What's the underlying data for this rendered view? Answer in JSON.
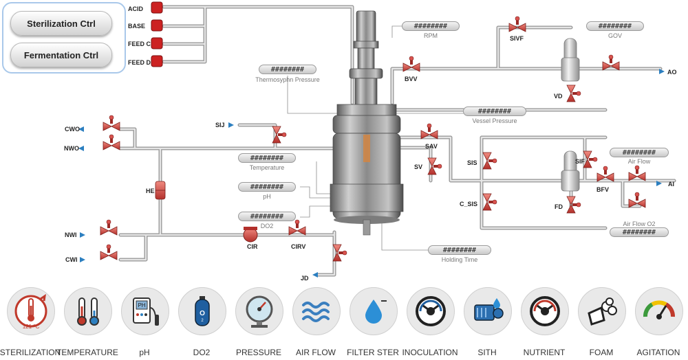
{
  "controls": {
    "sterilization": "Sterilization Ctrl",
    "fermentation": "Fermentation Ctrl"
  },
  "feeds": [
    "ACID",
    "BASE",
    "FEED C",
    "FEED D"
  ],
  "valves": {
    "cwo": "CWO",
    "nwo": "NWO",
    "he": "HE",
    "nwi": "NWI",
    "cwi": "CWI",
    "cir": "CIR",
    "cirv": "CIRV",
    "jd": "JD",
    "sij": "SIJ",
    "sivf": "SIVF",
    "bvv": "BVV",
    "vd": "VD",
    "ao": "AO",
    "sav": "SAV",
    "sv": "SV",
    "sis": "SIS",
    "c_sis": "C_SIS",
    "sif": "SIF",
    "bfv": "BFV",
    "fd": "FD",
    "ai": "AI"
  },
  "readouts": {
    "rpm": {
      "value": "########",
      "label": "RPM"
    },
    "gov": {
      "value": "########",
      "label": "GOV"
    },
    "thermo": {
      "value": "########",
      "label": "Thermosyphn Pressure"
    },
    "vessel": {
      "value": "########",
      "label": "Vessel Pressure"
    },
    "temperature": {
      "value": "########",
      "label": "Temperature"
    },
    "ph": {
      "value": "########",
      "label": "pH"
    },
    "do2": {
      "value": "########",
      "label": "DO2"
    },
    "holding": {
      "value": "########",
      "label": "Holding Time"
    },
    "airflow": {
      "value": "########",
      "label": "Air Flow"
    },
    "airflow_o2": {
      "value": "########",
      "label": "Air Flow O2"
    }
  },
  "sterilization_temp": "121 °C",
  "nav": [
    {
      "label": "STERILIZATION",
      "icon": "sterilization-thermometer-icon"
    },
    {
      "label": "TEMPERATURE",
      "icon": "thermometers-icon"
    },
    {
      "label": "pH",
      "icon": "ph-meter-icon"
    },
    {
      "label": "DO2",
      "icon": "oxygen-cylinder-icon"
    },
    {
      "label": "PRESSURE",
      "icon": "pressure-gauge-icon"
    },
    {
      "label": "AIR FLOW",
      "icon": "air-flow-waves-icon"
    },
    {
      "label": "FILTER STER",
      "icon": "water-drop-icon"
    },
    {
      "label": "INOCULATION",
      "icon": "peristaltic-pump-icon"
    },
    {
      "label": "SITH",
      "icon": "motor-pump-icon"
    },
    {
      "label": "NUTRIENT",
      "icon": "nutrient-pump-icon"
    },
    {
      "label": "FOAM",
      "icon": "foam-icon"
    },
    {
      "label": "AGITATION",
      "icon": "agitation-gauge-icon"
    }
  ],
  "colors": {
    "valve": "#d9534f",
    "valve_dark": "#9c2a26",
    "pipe": "#bfbfbf",
    "feed": "#cc2222",
    "arrow": "#2c7fc0",
    "panel_border": "#a9c8ea"
  }
}
